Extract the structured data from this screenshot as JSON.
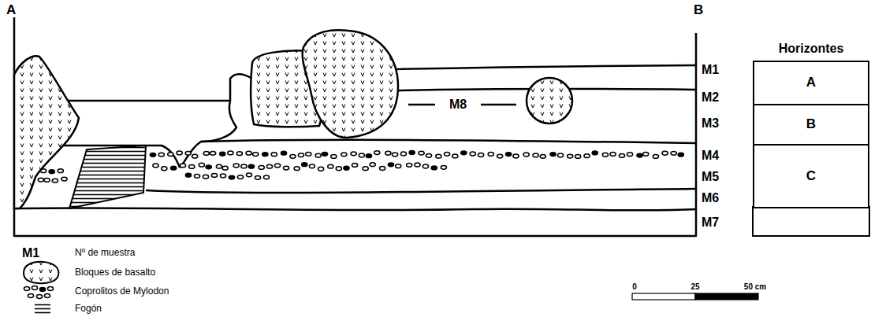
{
  "diagram": {
    "nodes": [
      {
        "text": [
          "A"
        ]
      },
      {
        "text": [
          "B"
        ]
      },
      {
        "text": [
          "C"
        ]
      }
    ],
    "labels": [
      "A",
      "B",
      "M1",
      "M2",
      "M3",
      "M4",
      "M5",
      "M6",
      "M7",
      "M8",
      "Horizontes",
      "0",
      "25",
      "50 cm",
      "M1"
    ],
    "legend": [
      {
        "text": "Nº de muestra"
      },
      {
        "text": "Bloques de basalto"
      },
      {
        "text": "Coprolitos de Mylodon"
      },
      {
        "text": "Fogón"
      }
    ]
  }
}
